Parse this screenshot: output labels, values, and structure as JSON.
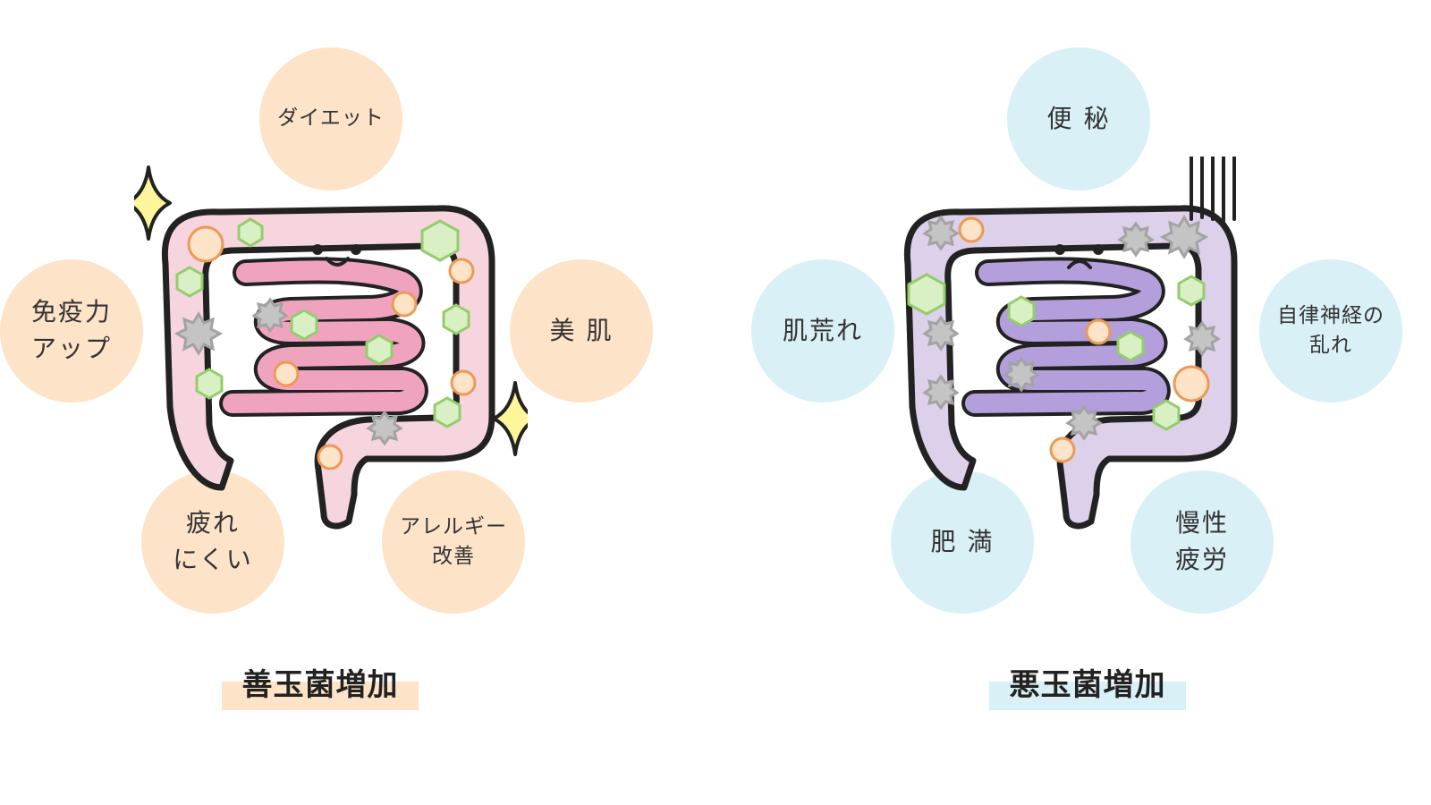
{
  "good": {
    "caption": "善玉菌増加",
    "highlight_color": "#fde3c8",
    "colon_color": "#f7d5df",
    "small_intestine_color": "#f0a3bf",
    "face": "smile",
    "bubbles": {
      "diet": "ダイエット",
      "immunity_line1": "免疫力",
      "immunity_line2": "アップ",
      "skin": "美 肌",
      "fatigue_line1": "疲れ",
      "fatigue_line2": "にくい",
      "allergy_line1": "アレルギー",
      "allergy_line2": "改善"
    }
  },
  "bad": {
    "caption": "悪玉菌増加",
    "highlight_color": "#d9f0f6",
    "colon_color": "#ddd0ea",
    "small_intestine_color": "#b29fdb",
    "face": "frown",
    "bubbles": {
      "constipation": "便 秘",
      "rough_skin": "肌荒れ",
      "autonomic_line1": "自律神経の",
      "autonomic_line2": "乱れ",
      "obesity": "肥 満",
      "fatigue_line1": "慢性",
      "fatigue_line2": "疲労"
    }
  },
  "bacteria_colors": {
    "good_fill": "#d9f0c5",
    "good_stroke": "#95cc6c",
    "orange_fill": "#fde3c8",
    "orange_stroke": "#ec9a55",
    "bad_fill": "#c4c4c4",
    "bad_stroke": "#a3a3a3"
  }
}
